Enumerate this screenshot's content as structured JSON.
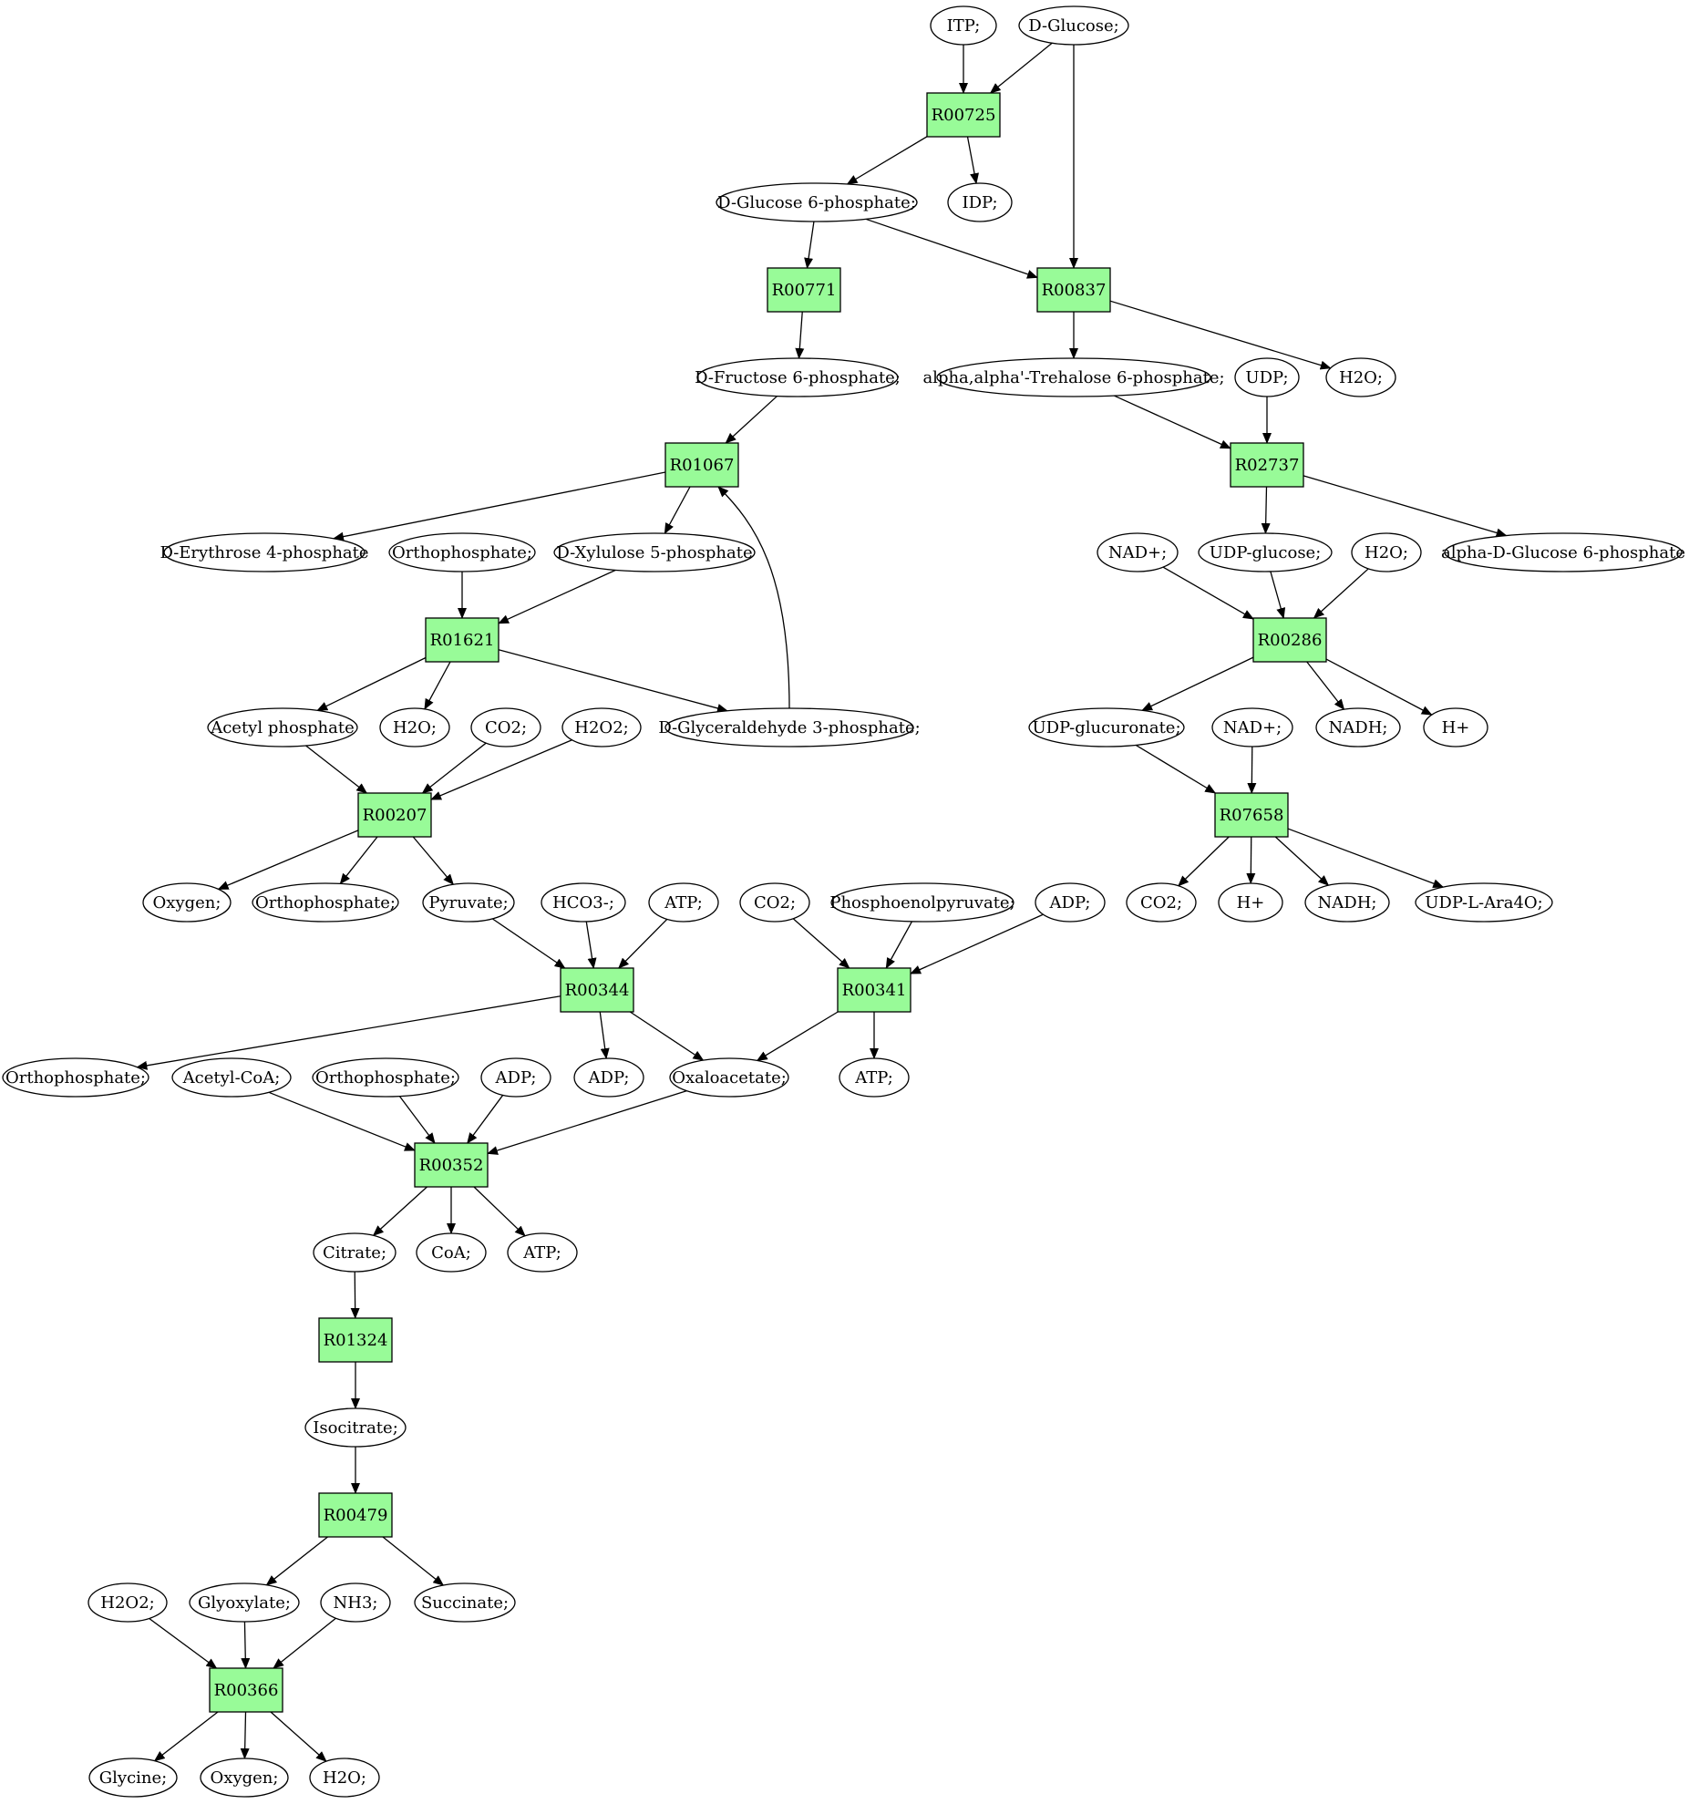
{
  "colors": {
    "reaction": "#98fb98",
    "start": "#00ee00",
    "target": "#ffff00",
    "default": "#ffffff",
    "edge": "#000000"
  },
  "nodes": [
    {
      "id": "m_itp",
      "kind": "metabolite",
      "label": "ITP;"
    },
    {
      "id": "m_dglucose",
      "kind": "metabolite",
      "label": "D-Glucose;",
      "role": "start"
    },
    {
      "id": "r_R00725",
      "kind": "reaction",
      "label": "R00725"
    },
    {
      "id": "m_g6p",
      "kind": "metabolite",
      "label": "D-Glucose 6-phosphate;"
    },
    {
      "id": "m_idp",
      "kind": "metabolite",
      "label": "IDP;"
    },
    {
      "id": "r_R00771",
      "kind": "reaction",
      "label": "R00771"
    },
    {
      "id": "r_R00837",
      "kind": "reaction",
      "label": "R00837"
    },
    {
      "id": "m_f6p",
      "kind": "metabolite",
      "label": "D-Fructose 6-phosphate;"
    },
    {
      "id": "m_t6p",
      "kind": "metabolite",
      "label": "alpha,alpha'-Trehalose 6-phosphate;"
    },
    {
      "id": "m_udp",
      "kind": "metabolite",
      "label": "UDP;"
    },
    {
      "id": "m_h2o_1",
      "kind": "metabolite",
      "label": "H2O;"
    },
    {
      "id": "r_R01067",
      "kind": "reaction",
      "label": "R01067"
    },
    {
      "id": "r_R02737",
      "kind": "reaction",
      "label": "R02737"
    },
    {
      "id": "m_e4p",
      "kind": "metabolite",
      "label": "D-Erythrose 4-phosphate"
    },
    {
      "id": "m_pi_1",
      "kind": "metabolite",
      "label": "Orthophosphate;"
    },
    {
      "id": "m_x5p",
      "kind": "metabolite",
      "label": "D-Xylulose 5-phosphate"
    },
    {
      "id": "m_nad_1",
      "kind": "metabolite",
      "label": "NAD+;"
    },
    {
      "id": "m_udpglc",
      "kind": "metabolite",
      "label": "UDP-glucose;"
    },
    {
      "id": "m_h2o_2",
      "kind": "metabolite",
      "label": "H2O;"
    },
    {
      "id": "m_ag6p",
      "kind": "metabolite",
      "label": "alpha-D-Glucose 6-phosphate"
    },
    {
      "id": "r_R01621",
      "kind": "reaction",
      "label": "R01621"
    },
    {
      "id": "r_R00286",
      "kind": "reaction",
      "label": "R00286"
    },
    {
      "id": "m_acp",
      "kind": "metabolite",
      "label": "Acetyl phosphate"
    },
    {
      "id": "m_h2o_3",
      "kind": "metabolite",
      "label": "H2O;"
    },
    {
      "id": "m_co2_1",
      "kind": "metabolite",
      "label": "CO2;"
    },
    {
      "id": "m_h2o2_1",
      "kind": "metabolite",
      "label": "H2O2;"
    },
    {
      "id": "m_g3p",
      "kind": "metabolite",
      "label": "D-Glyceraldehyde 3-phosphate;"
    },
    {
      "id": "m_udpglcA",
      "kind": "metabolite",
      "label": "UDP-glucuronate;"
    },
    {
      "id": "m_nad_2",
      "kind": "metabolite",
      "label": "NAD+;"
    },
    {
      "id": "m_nadh_1",
      "kind": "metabolite",
      "label": "NADH;"
    },
    {
      "id": "m_hplus_1",
      "kind": "metabolite",
      "label": "H+"
    },
    {
      "id": "r_R00207",
      "kind": "reaction",
      "label": "R00207"
    },
    {
      "id": "r_R07658",
      "kind": "reaction",
      "label": "R07658"
    },
    {
      "id": "m_o2_1",
      "kind": "metabolite",
      "label": "Oxygen;"
    },
    {
      "id": "m_pi_2",
      "kind": "metabolite",
      "label": "Orthophosphate;"
    },
    {
      "id": "m_pyr",
      "kind": "metabolite",
      "label": "Pyruvate;"
    },
    {
      "id": "m_hco3",
      "kind": "metabolite",
      "label": "HCO3-;"
    },
    {
      "id": "m_atp_1",
      "kind": "metabolite",
      "label": "ATP;"
    },
    {
      "id": "m_co2_2",
      "kind": "metabolite",
      "label": "CO2;"
    },
    {
      "id": "m_pep",
      "kind": "metabolite",
      "label": "Phosphoenolpyruvate;"
    },
    {
      "id": "m_adp_1",
      "kind": "metabolite",
      "label": "ADP;"
    },
    {
      "id": "m_co2_3",
      "kind": "metabolite",
      "label": "CO2;"
    },
    {
      "id": "m_hplus_2",
      "kind": "metabolite",
      "label": "H+"
    },
    {
      "id": "m_nadh_2",
      "kind": "metabolite",
      "label": "NADH;"
    },
    {
      "id": "m_udpara",
      "kind": "metabolite",
      "label": "UDP-L-Ara4O;"
    },
    {
      "id": "r_R00344",
      "kind": "reaction",
      "label": "R00344"
    },
    {
      "id": "r_R00341",
      "kind": "reaction",
      "label": "R00341"
    },
    {
      "id": "m_pi_3",
      "kind": "metabolite",
      "label": "Orthophosphate;"
    },
    {
      "id": "m_accoa",
      "kind": "metabolite",
      "label": "Acetyl-CoA;"
    },
    {
      "id": "m_pi_4",
      "kind": "metabolite",
      "label": "Orthophosphate;"
    },
    {
      "id": "m_adp_2",
      "kind": "metabolite",
      "label": "ADP;"
    },
    {
      "id": "m_adp_3",
      "kind": "metabolite",
      "label": "ADP;"
    },
    {
      "id": "m_oaa",
      "kind": "metabolite",
      "label": "Oxaloacetate;"
    },
    {
      "id": "m_atp_2",
      "kind": "metabolite",
      "label": "ATP;"
    },
    {
      "id": "r_R00352",
      "kind": "reaction",
      "label": "R00352"
    },
    {
      "id": "m_cit",
      "kind": "metabolite",
      "label": "Citrate;"
    },
    {
      "id": "m_coa",
      "kind": "metabolite",
      "label": "CoA;"
    },
    {
      "id": "m_atp_3",
      "kind": "metabolite",
      "label": "ATP;"
    },
    {
      "id": "r_R01324",
      "kind": "reaction",
      "label": "R01324"
    },
    {
      "id": "m_icit",
      "kind": "metabolite",
      "label": "Isocitrate;"
    },
    {
      "id": "r_R00479",
      "kind": "reaction",
      "label": "R00479"
    },
    {
      "id": "m_h2o2_2",
      "kind": "metabolite",
      "label": "H2O2;"
    },
    {
      "id": "m_glx",
      "kind": "metabolite",
      "label": "Glyoxylate;"
    },
    {
      "id": "m_nh3",
      "kind": "metabolite",
      "label": "NH3;"
    },
    {
      "id": "m_succ",
      "kind": "metabolite",
      "label": "Succinate;"
    },
    {
      "id": "r_R00366",
      "kind": "reaction",
      "label": "R00366"
    },
    {
      "id": "m_gly",
      "kind": "metabolite",
      "label": "Glycine;",
      "role": "target"
    },
    {
      "id": "m_o2_2",
      "kind": "metabolite",
      "label": "Oxygen;"
    },
    {
      "id": "m_h2o_4",
      "kind": "metabolite",
      "label": "H2O;"
    }
  ],
  "edges": [
    [
      "m_itp",
      "r_R00725"
    ],
    [
      "m_dglucose",
      "r_R00725"
    ],
    [
      "m_dglucose",
      "r_R00837"
    ],
    [
      "r_R00725",
      "m_g6p"
    ],
    [
      "r_R00725",
      "m_idp"
    ],
    [
      "m_g6p",
      "r_R00771"
    ],
    [
      "m_g6p",
      "r_R00837"
    ],
    [
      "r_R00771",
      "m_f6p"
    ],
    [
      "r_R00837",
      "m_t6p"
    ],
    [
      "r_R00837",
      "m_h2o_1"
    ],
    [
      "m_f6p",
      "r_R01067"
    ],
    [
      "m_t6p",
      "r_R02737"
    ],
    [
      "m_udp",
      "r_R02737"
    ],
    [
      "r_R01067",
      "m_e4p"
    ],
    [
      "r_R01067",
      "m_x5p"
    ],
    [
      "m_g3p",
      "r_R01067"
    ],
    [
      "r_R02737",
      "m_udpglc"
    ],
    [
      "r_R02737",
      "m_ag6p"
    ],
    [
      "m_pi_1",
      "r_R01621"
    ],
    [
      "m_x5p",
      "r_R01621"
    ],
    [
      "m_nad_1",
      "r_R00286"
    ],
    [
      "m_udpglc",
      "r_R00286"
    ],
    [
      "m_h2o_2",
      "r_R00286"
    ],
    [
      "r_R01621",
      "m_acp"
    ],
    [
      "r_R01621",
      "m_h2o_3"
    ],
    [
      "r_R01621",
      "m_g3p"
    ],
    [
      "r_R00286",
      "m_udpglcA"
    ],
    [
      "r_R00286",
      "m_nadh_1"
    ],
    [
      "r_R00286",
      "m_hplus_1"
    ],
    [
      "m_acp",
      "r_R00207"
    ],
    [
      "m_co2_1",
      "r_R00207"
    ],
    [
      "m_h2o2_1",
      "r_R00207"
    ],
    [
      "m_udpglcA",
      "r_R07658"
    ],
    [
      "m_nad_2",
      "r_R07658"
    ],
    [
      "r_R00207",
      "m_o2_1"
    ],
    [
      "r_R00207",
      "m_pi_2"
    ],
    [
      "r_R00207",
      "m_pyr"
    ],
    [
      "r_R07658",
      "m_co2_3"
    ],
    [
      "r_R07658",
      "m_hplus_2"
    ],
    [
      "r_R07658",
      "m_nadh_2"
    ],
    [
      "r_R07658",
      "m_udpara"
    ],
    [
      "m_pyr",
      "r_R00344"
    ],
    [
      "m_hco3",
      "r_R00344"
    ],
    [
      "m_atp_1",
      "r_R00344"
    ],
    [
      "m_co2_2",
      "r_R00341"
    ],
    [
      "m_pep",
      "r_R00341"
    ],
    [
      "m_adp_1",
      "r_R00341"
    ],
    [
      "r_R00344",
      "m_pi_3"
    ],
    [
      "r_R00344",
      "m_adp_3"
    ],
    [
      "r_R00344",
      "m_oaa"
    ],
    [
      "r_R00341",
      "m_oaa"
    ],
    [
      "r_R00341",
      "m_atp_2"
    ],
    [
      "m_accoa",
      "r_R00352"
    ],
    [
      "m_pi_4",
      "r_R00352"
    ],
    [
      "m_adp_2",
      "r_R00352"
    ],
    [
      "m_oaa",
      "r_R00352"
    ],
    [
      "r_R00352",
      "m_cit"
    ],
    [
      "r_R00352",
      "m_coa"
    ],
    [
      "r_R00352",
      "m_atp_3"
    ],
    [
      "m_cit",
      "r_R01324"
    ],
    [
      "r_R01324",
      "m_icit"
    ],
    [
      "m_icit",
      "r_R00479"
    ],
    [
      "r_R00479",
      "m_glx"
    ],
    [
      "r_R00479",
      "m_succ"
    ],
    [
      "m_h2o2_2",
      "r_R00366"
    ],
    [
      "m_glx",
      "r_R00366"
    ],
    [
      "m_nh3",
      "r_R00366"
    ],
    [
      "r_R00366",
      "m_gly"
    ],
    [
      "r_R00366",
      "m_o2_2"
    ],
    [
      "r_R00366",
      "m_h2o_4"
    ]
  ]
}
